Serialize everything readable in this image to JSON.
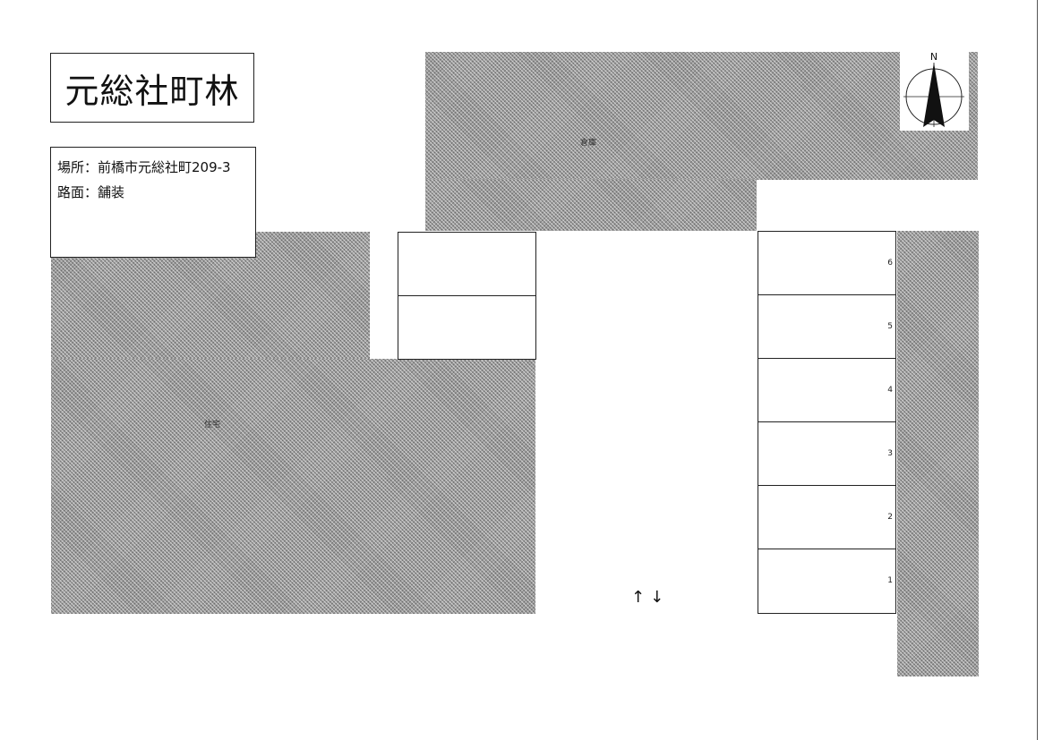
{
  "map": {
    "title": "元総社町林",
    "info": {
      "location": "場所：前橋市元総社町209-3",
      "surface": "路面：舗装"
    },
    "areas": {
      "top": "倉庫",
      "left": "住宅"
    },
    "compass_label": "N",
    "parking_spaces": [
      "6",
      "5",
      "4",
      "3",
      "2",
      "1"
    ],
    "direction_arrows": "↑↓",
    "colors": {
      "building_fill": "#9a9a9a",
      "line": "#222222",
      "background": "#ffffff"
    }
  }
}
